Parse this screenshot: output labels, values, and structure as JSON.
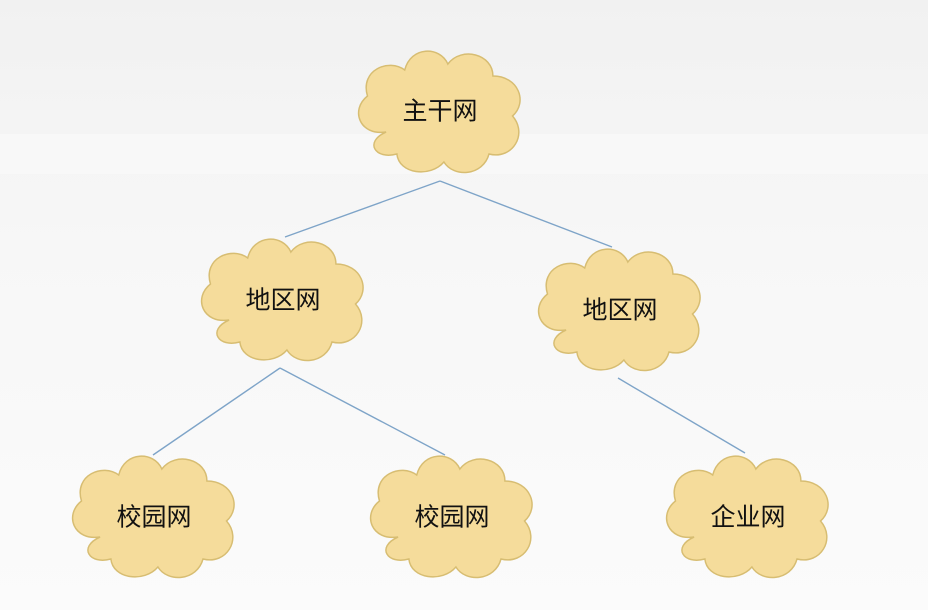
{
  "nodes": {
    "backbone": {
      "label": "主干网"
    },
    "region_left": {
      "label": "地区网"
    },
    "region_right": {
      "label": "地区网"
    },
    "campus_1": {
      "label": "校园网"
    },
    "campus_2": {
      "label": "校园网"
    },
    "enterprise": {
      "label": "企业网"
    }
  },
  "links": [
    {
      "from": "backbone",
      "to": "region_left"
    },
    {
      "from": "backbone",
      "to": "region_right"
    },
    {
      "from": "region_left",
      "to": "campus_1"
    },
    {
      "from": "region_left",
      "to": "campus_2"
    },
    {
      "from": "region_right",
      "to": "enterprise"
    }
  ],
  "colors": {
    "cloud_fill": "#f5dc9b",
    "cloud_stroke": "#d7bd72",
    "link": "#7ea4c8"
  }
}
